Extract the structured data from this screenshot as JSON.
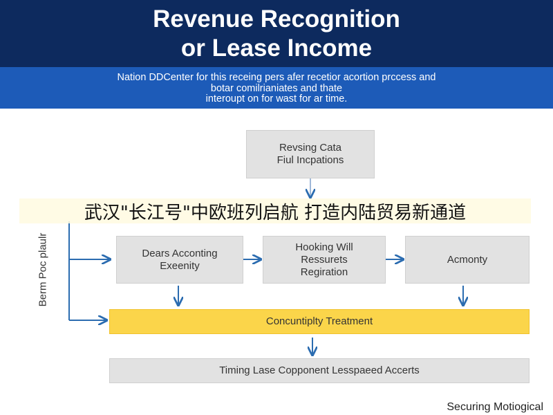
{
  "header": {
    "title_line1": "Revenue Recognition",
    "title_line2": "or Lease Income"
  },
  "subtitle": {
    "line1": "Nation DDCenter for this receing pers afer recetior acortion prccess and",
    "line2": "botar comilrianiates and thate",
    "line3": "interoupt on for wast for ar time."
  },
  "flow": {
    "top_box": "Revsing Cata\nFiul Incpations",
    "box_left": "Dears Acconting\nExeenity",
    "box_middle": "Hooking Will\nRessurets\nRegiration",
    "box_right": "Acmonty",
    "treatment_bar": "Concuntiplty Treatment",
    "bottom_bar": "Timing Lase Copponent Lesspaeed Accerts"
  },
  "side_label": "Berm Poc plaulr",
  "banner_text": "武汉\"长江号\"中欧班列启航 打造内陆贸易新通道",
  "footer_text": "Securing Motiogical",
  "colors": {
    "header_bg": "#0d2a5e",
    "subtitle_bg": "#1d5bb8",
    "box_gray": "#e2e2e2",
    "highlight_yellow": "#fbd54a",
    "arrow_blue": "#2b6cb0"
  }
}
